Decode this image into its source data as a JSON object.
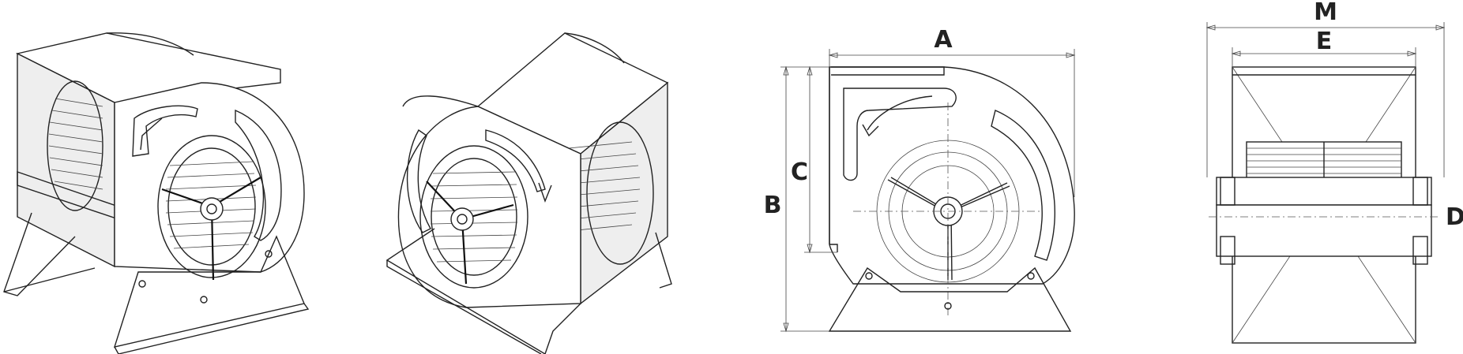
{
  "diagram": {
    "labels": {
      "A": "A",
      "B": "B",
      "C": "C",
      "M": "M",
      "E": "E",
      "D": "D"
    },
    "colors": {
      "line": "#222222",
      "background": "#ffffff"
    }
  }
}
